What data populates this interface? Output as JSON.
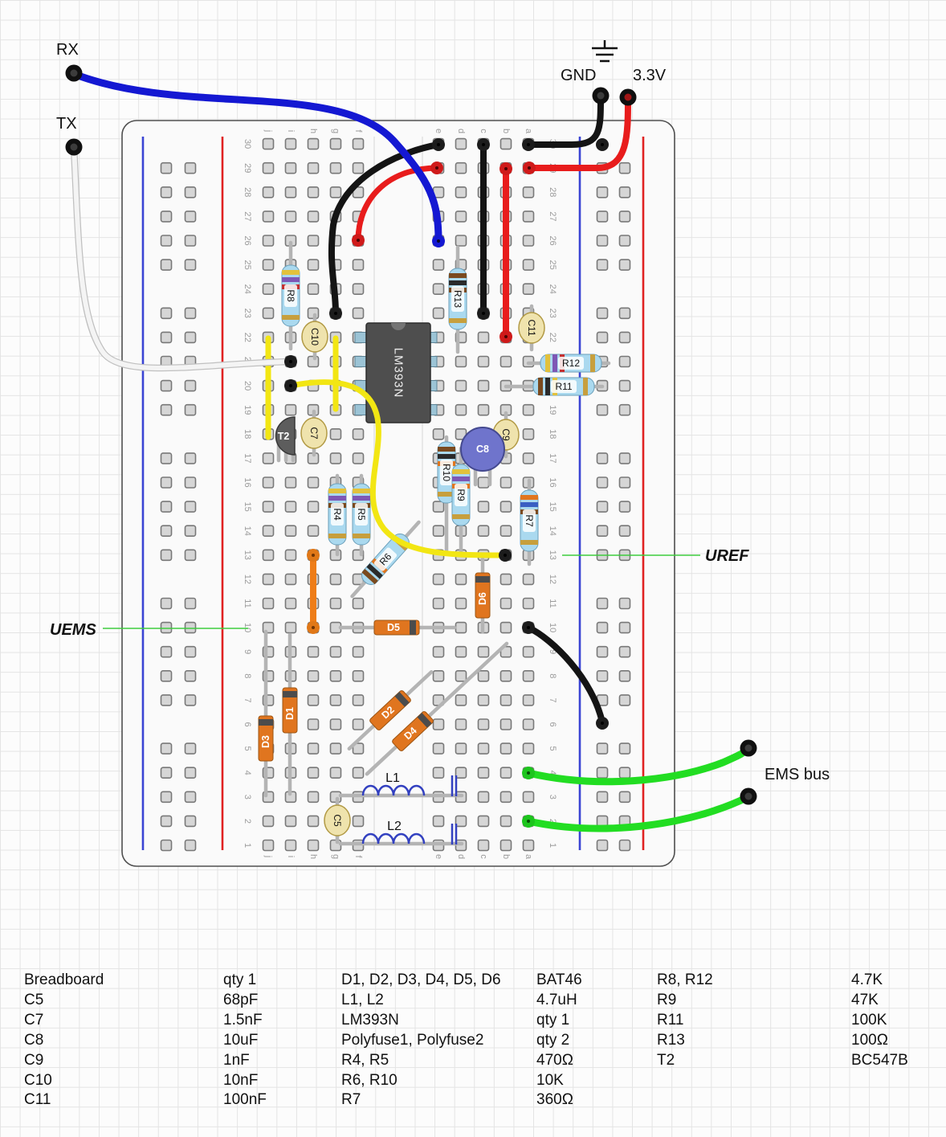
{
  "pins": {
    "rx": "RX",
    "tx": "TX",
    "gnd": "GND",
    "v33": "3.3V"
  },
  "annotations": {
    "uref": "UREF",
    "uems": "UEMS",
    "ems_bus": "EMS bus"
  },
  "components": {
    "ic": "LM393N",
    "t2": "T2",
    "r4": "R4",
    "r5": "R5",
    "r6": "R6",
    "r7": "R7",
    "r8": "R8",
    "r9": "R9",
    "r10": "R10",
    "r11": "R11",
    "r12": "R12",
    "r13": "R13",
    "c5": "C5",
    "c7": "C7",
    "c8": "C8",
    "c9": "C9",
    "c10": "C10",
    "c11": "C11",
    "d1": "D1",
    "d2": "D2",
    "d3": "D3",
    "d4": "D4",
    "d5": "D5",
    "d6": "D6",
    "l1": "L1",
    "l2": "L2"
  },
  "breadboard": {
    "row_numbers": [
      "1",
      "2",
      "3",
      "4",
      "5",
      "6",
      "7",
      "8",
      "9",
      "10",
      "11",
      "12",
      "13",
      "14",
      "15",
      "16",
      "17",
      "18",
      "19",
      "20",
      "21",
      "22",
      "23",
      "24",
      "25",
      "26",
      "27",
      "28",
      "29",
      "30"
    ],
    "column_letters": [
      "a",
      "b",
      "c",
      "d",
      "e",
      "f",
      "g",
      "h",
      "i",
      "j"
    ]
  },
  "colors": {
    "wire_blue": "#1418d2",
    "wire_white": "#f4f4f4",
    "wire_black": "#141414",
    "wire_red": "#e81c1c",
    "wire_yellow": "#f2e613",
    "wire_orange": "#ee7d18",
    "wire_green": "#22dd22",
    "annotation_green": "#3ecc3e",
    "rail_blue": "#3a44d4",
    "rail_red": "#e02222"
  },
  "parts_list": {
    "rows": [
      {
        "c1": "Breadboard",
        "c2": "qty 1",
        "c3": "D1, D2, D3, D4, D5, D6",
        "c4": "BAT46",
        "c5": "R8, R12",
        "c6": "4.7K"
      },
      {
        "c1": "C5",
        "c2": "68pF",
        "c3": "L1, L2",
        "c4": "4.7uH",
        "c5": "R9",
        "c6": "47K"
      },
      {
        "c1": "C7",
        "c2": "1.5nF",
        "c3": "LM393N",
        "c4": "qty 1",
        "c5": "R11",
        "c6": "100K"
      },
      {
        "c1": "C8",
        "c2": "10uF",
        "c3": "Polyfuse1, Polyfuse2",
        "c4": "qty 2",
        "c5": "R13",
        "c6": "100Ω"
      },
      {
        "c1": "C9",
        "c2": "1nF",
        "c3": "R4, R5",
        "c4": "470Ω",
        "c5": "T2",
        "c6": "BC547B"
      },
      {
        "c1": "C10",
        "c2": "10nF",
        "c3": "R6, R10",
        "c4": "10K",
        "c5": "",
        "c6": ""
      },
      {
        "c1": "C11",
        "c2": "100nF",
        "c3": "R7",
        "c4": "360Ω",
        "c5": "",
        "c6": ""
      }
    ]
  }
}
